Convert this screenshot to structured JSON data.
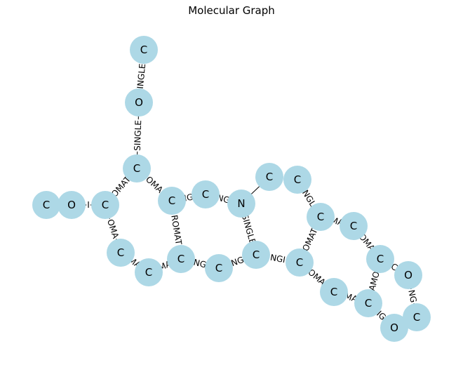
{
  "title": "Molecular Graph",
  "colors": {
    "node": "#add8e6",
    "edge": "#000000",
    "background": "#ffffff"
  },
  "nodes": [
    {
      "id": "n0",
      "label": "C"
    },
    {
      "id": "n1",
      "label": "O"
    },
    {
      "id": "n2",
      "label": "C"
    },
    {
      "id": "n3",
      "label": "C"
    },
    {
      "id": "n4",
      "label": "O"
    },
    {
      "id": "n5",
      "label": "C"
    },
    {
      "id": "n6",
      "label": "C"
    },
    {
      "id": "n7",
      "label": "C"
    },
    {
      "id": "n8",
      "label": "C"
    },
    {
      "id": "n9",
      "label": "C"
    },
    {
      "id": "n10",
      "label": "C"
    },
    {
      "id": "n11",
      "label": "C"
    },
    {
      "id": "n12",
      "label": "N"
    },
    {
      "id": "n13",
      "label": "C"
    },
    {
      "id": "n14",
      "label": "C"
    },
    {
      "id": "n15",
      "label": "C"
    },
    {
      "id": "n16",
      "label": "C"
    },
    {
      "id": "n17",
      "label": "C"
    },
    {
      "id": "n18",
      "label": "C"
    },
    {
      "id": "n19",
      "label": "C"
    },
    {
      "id": "n20",
      "label": "C"
    },
    {
      "id": "n21",
      "label": "O"
    },
    {
      "id": "n22",
      "label": "C"
    },
    {
      "id": "n23",
      "label": "O"
    },
    {
      "id": "n24",
      "label": "C"
    }
  ],
  "edges": [
    {
      "source": "n0",
      "target": "n1",
      "label": "SINGLE",
      "shown": "INGLE"
    },
    {
      "source": "n1",
      "target": "n2",
      "label": "SINGLE",
      "shown": "SINGLE"
    },
    {
      "source": "n3",
      "target": "n4",
      "label": "SINGLE",
      "shown": ""
    },
    {
      "source": "n4",
      "target": "n5",
      "label": "SINGLE",
      "shown": "I"
    },
    {
      "source": "n5",
      "target": "n2",
      "label": "AROMATIC",
      "shown": "OMAT"
    },
    {
      "source": "n2",
      "target": "n8",
      "label": "AROMATIC",
      "shown": "OMA"
    },
    {
      "source": "n5",
      "target": "n6",
      "label": "AROMATIC",
      "shown": "OMA"
    },
    {
      "source": "n6",
      "target": "n7",
      "label": "AROMATIC",
      "shown": "MA"
    },
    {
      "source": "n7",
      "target": "n9",
      "label": "AROMATIC",
      "shown": "MA"
    },
    {
      "source": "n8",
      "target": "n9",
      "label": "AROMATIC",
      "shown": "ROMAT"
    },
    {
      "source": "n8",
      "target": "n10",
      "label": "AROMATIC",
      "shown": "IG"
    },
    {
      "source": "n10",
      "target": "n12",
      "label": "SINGLE",
      "shown": "NG"
    },
    {
      "source": "n9",
      "target": "n11",
      "label": "SINGLE",
      "shown": "NG"
    },
    {
      "source": "n11",
      "target": "n13",
      "label": "SINGLE",
      "shown": "NG"
    },
    {
      "source": "n12",
      "target": "n13",
      "label": "SINGLE",
      "shown": "SINGLE"
    },
    {
      "source": "n12",
      "target": "n14",
      "label": "SINGLE",
      "shown": ""
    },
    {
      "source": "n13",
      "target": "n17",
      "label": "SINGLE",
      "shown": "NGI"
    },
    {
      "source": "n15",
      "target": "n16",
      "label": "SINGLE",
      "shown": "NGL"
    },
    {
      "source": "n16",
      "target": "n17",
      "label": "AROMATIC",
      "shown": "OMAT"
    },
    {
      "source": "n16",
      "target": "n18",
      "label": "AROMATIC",
      "shown": "MA"
    },
    {
      "source": "n18",
      "target": "n19",
      "label": "AROMATIC",
      "shown": "OMA"
    },
    {
      "source": "n17",
      "target": "n20",
      "label": "AROMATIC",
      "shown": "OMA"
    },
    {
      "source": "n20",
      "target": "n22",
      "label": "AROMATIC",
      "shown": "MA"
    },
    {
      "source": "n19",
      "target": "n22",
      "label": "AROMATIC",
      "shown": "AMO"
    },
    {
      "source": "n19",
      "target": "n21",
      "label": "SINGLE",
      "shown": "C"
    },
    {
      "source": "n21",
      "target": "n24",
      "label": "SINGLE",
      "shown": "NG"
    },
    {
      "source": "n22",
      "target": "n23",
      "label": "SINGLE",
      "shown": "IG"
    },
    {
      "source": "n23",
      "target": "n24",
      "label": "SINGLE",
      "shown": ""
    }
  ]
}
